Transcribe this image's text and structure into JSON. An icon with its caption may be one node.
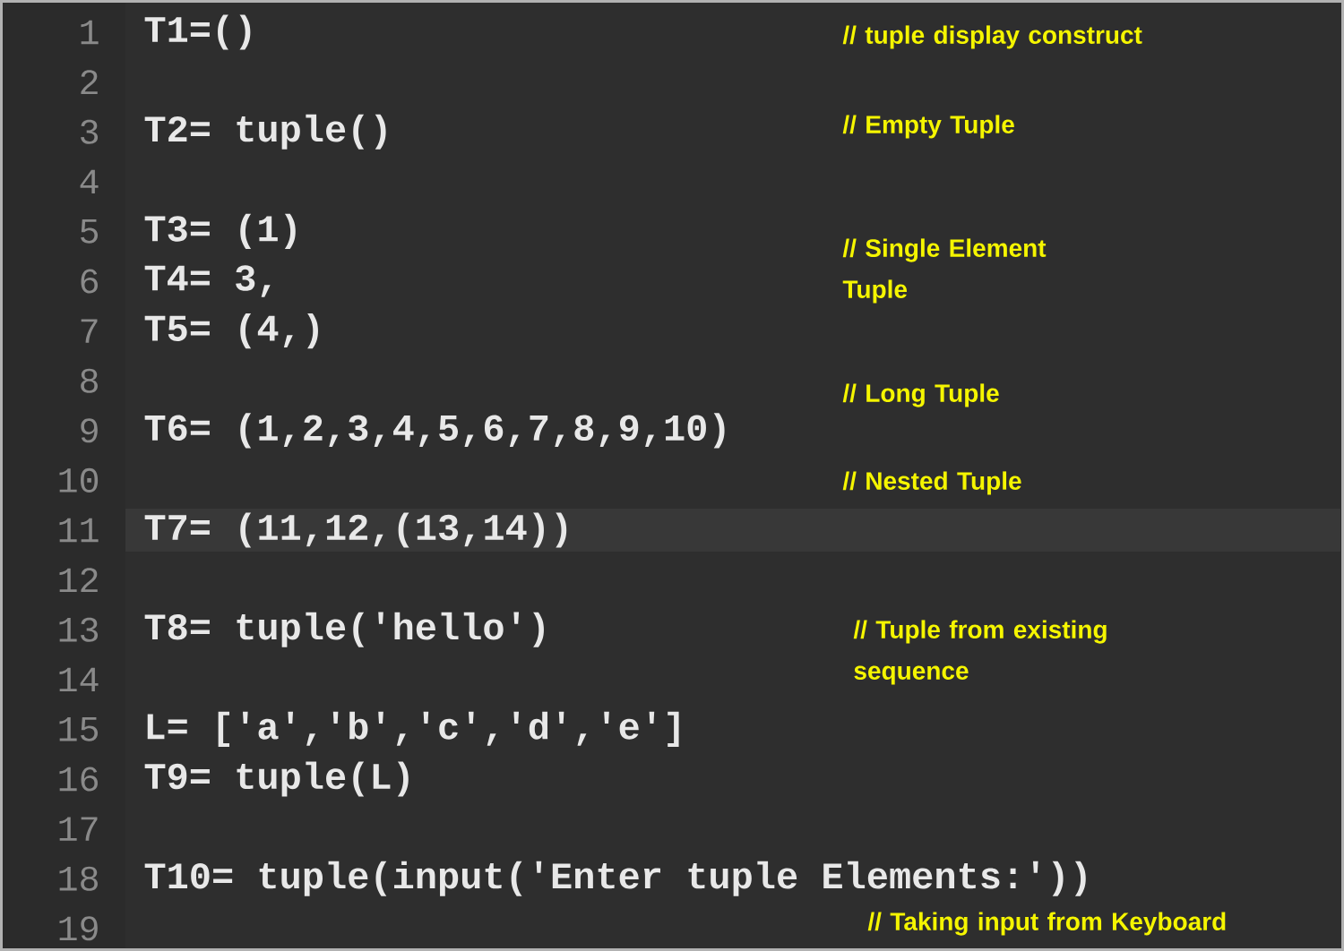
{
  "diagram": {
    "labels": [
      "1",
      "T1=()",
      "// tuple display construct",
      "2",
      "3",
      "T2= tuple()",
      "// Empty Tuple",
      "4",
      "5",
      "T3= (1)",
      "// Single Element Tuple",
      "6",
      "T4= 3,",
      "7",
      "T5= (4,)",
      "8",
      "// Long Tuple",
      "9",
      "T6= (1,2,3,4,5,6,7,8,9,10)",
      "10",
      "// Nested Tuple",
      "11",
      "T7= (11,12,(13,14))",
      "12",
      "13",
      "T8= tuple('hello')",
      "// Tuple from existing sequence",
      "14",
      "15",
      "L= ['a','b','c','d','e']",
      "16",
      "T9= tuple(L)",
      "17",
      "18",
      "T10= tuple(input('Enter tuple Elements:'))",
      "19",
      "// Taking input from Keyboard"
    ]
  }
}
